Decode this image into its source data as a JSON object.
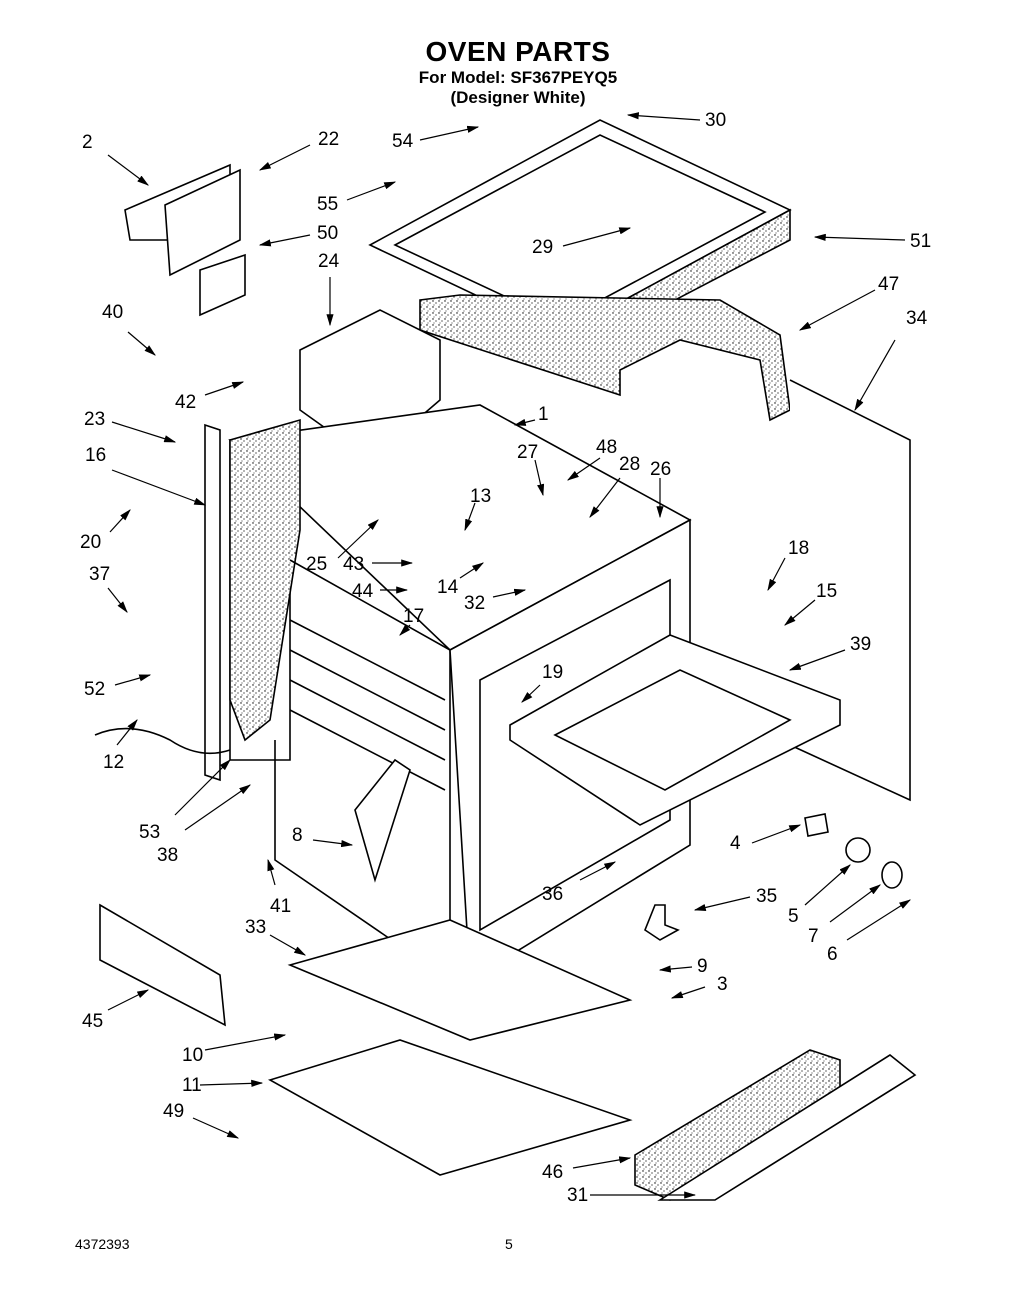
{
  "header": {
    "title": "OVEN PARTS",
    "model_line": "For Model: SF367PEYQ5",
    "variant": "(Designer White)"
  },
  "callouts": [
    {
      "id": "2",
      "label": "2"
    },
    {
      "id": "22",
      "label": "22"
    },
    {
      "id": "54",
      "label": "54"
    },
    {
      "id": "30",
      "label": "30"
    },
    {
      "id": "55",
      "label": "55"
    },
    {
      "id": "50",
      "label": "50"
    },
    {
      "id": "29",
      "label": "29"
    },
    {
      "id": "51",
      "label": "51"
    },
    {
      "id": "24",
      "label": "24"
    },
    {
      "id": "47",
      "label": "47"
    },
    {
      "id": "34",
      "label": "34"
    },
    {
      "id": "40",
      "label": "40"
    },
    {
      "id": "42",
      "label": "42"
    },
    {
      "id": "1",
      "label": "1"
    },
    {
      "id": "23",
      "label": "23"
    },
    {
      "id": "27",
      "label": "27"
    },
    {
      "id": "48",
      "label": "48"
    },
    {
      "id": "28",
      "label": "28"
    },
    {
      "id": "26",
      "label": "26"
    },
    {
      "id": "16",
      "label": "16"
    },
    {
      "id": "13",
      "label": "13"
    },
    {
      "id": "20",
      "label": "20"
    },
    {
      "id": "25",
      "label": "25"
    },
    {
      "id": "43",
      "label": "43"
    },
    {
      "id": "18",
      "label": "18"
    },
    {
      "id": "37",
      "label": "37"
    },
    {
      "id": "44",
      "label": "44"
    },
    {
      "id": "14",
      "label": "14"
    },
    {
      "id": "32",
      "label": "32"
    },
    {
      "id": "15",
      "label": "15"
    },
    {
      "id": "17",
      "label": "17"
    },
    {
      "id": "39",
      "label": "39"
    },
    {
      "id": "52",
      "label": "52"
    },
    {
      "id": "19",
      "label": "19"
    },
    {
      "id": "12",
      "label": "12"
    },
    {
      "id": "53",
      "label": "53"
    },
    {
      "id": "38",
      "label": "38"
    },
    {
      "id": "8",
      "label": "8"
    },
    {
      "id": "4",
      "label": "4"
    },
    {
      "id": "41",
      "label": "41"
    },
    {
      "id": "36",
      "label": "36"
    },
    {
      "id": "35",
      "label": "35"
    },
    {
      "id": "5",
      "label": "5"
    },
    {
      "id": "7",
      "label": "7"
    },
    {
      "id": "6",
      "label": "6"
    },
    {
      "id": "33",
      "label": "33"
    },
    {
      "id": "9",
      "label": "9"
    },
    {
      "id": "3",
      "label": "3"
    },
    {
      "id": "45",
      "label": "45"
    },
    {
      "id": "10",
      "label": "10"
    },
    {
      "id": "11",
      "label": "11"
    },
    {
      "id": "49",
      "label": "49"
    },
    {
      "id": "46",
      "label": "46"
    },
    {
      "id": "31",
      "label": "31"
    }
  ],
  "footer": {
    "doc_number": "4372393",
    "page_number": "5"
  }
}
